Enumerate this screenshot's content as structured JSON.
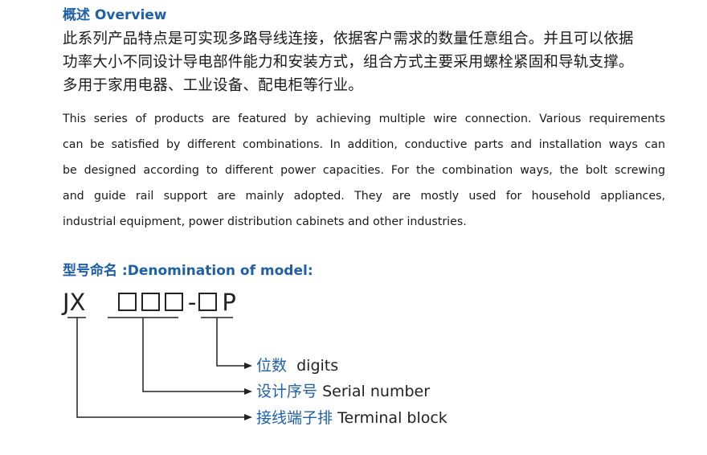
{
  "overview": {
    "title_cn": "概述",
    "title_en": "Overview",
    "cn_lines": [
      "此系列产品特点是可实现多路导线连接，依据客户需求的数量任意组合。并且可以依据",
      "功率大小不同设计导电部件能力和安装方式，组合方式主要采用螺栓紧固和导轨支撑。",
      "多用于家用电器、工业设备、配电柜等行业。"
    ],
    "en_lines": [
      "This series of products are featured by achieving multiple wire connection. Various requirements",
      "can be satisfied by different combinations. In addition, conductive parts and installation ways can",
      "be designed according to different power capacities. For the combination ways, the bolt screwing",
      "and guide rail support are mainly adopted. They are mostly used for household appliances,",
      "industrial equipment, power distribution cabinets and other industries."
    ]
  },
  "model": {
    "title_cn": "型号命名",
    "title_en": ":Denomination of model:",
    "prefix": "JX",
    "dash": "-",
    "suffix": "P",
    "legend": [
      {
        "cn": "位数",
        "en": "digits"
      },
      {
        "cn": "设计序号",
        "en": "Serial number"
      },
      {
        "cn": "接线端子排",
        "en": "Terminal block"
      }
    ]
  },
  "colors": {
    "accent": "#1f5fa8",
    "text": "#222222"
  }
}
